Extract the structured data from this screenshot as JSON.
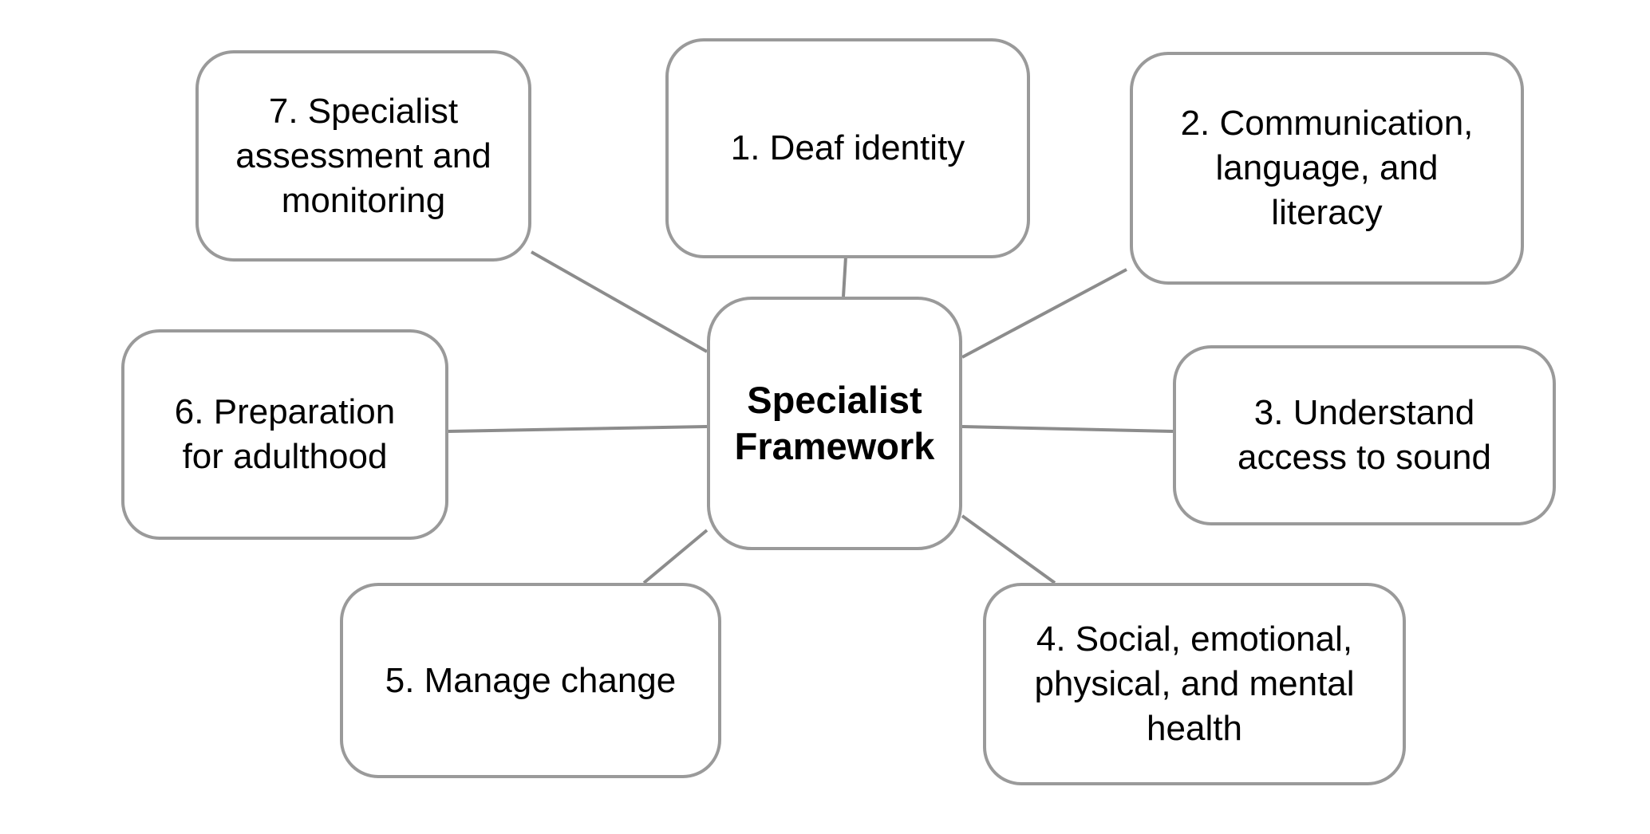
{
  "center": {
    "label": "Specialist\nFramework"
  },
  "nodes": [
    {
      "id": "deaf-identity",
      "label": "1. Deaf identity"
    },
    {
      "id": "communication-language-literacy",
      "label": "2. Communication,\nlanguage, and\nliteracy"
    },
    {
      "id": "understand-access-to-sound",
      "label": "3. Understand\naccess to sound"
    },
    {
      "id": "social-emotional-physical-mental-health",
      "label": "4. Social, emotional,\nphysical, and mental\nhealth"
    },
    {
      "id": "manage-change",
      "label": "5. Manage change"
    },
    {
      "id": "preparation-for-adulthood",
      "label": "6. Preparation\nfor adulthood"
    },
    {
      "id": "specialist-assessment-monitoring",
      "label": "7. Specialist\nassessment and\nmonitoring"
    }
  ],
  "colors": {
    "border": "#9a9a9a",
    "connector": "#8c8c8c",
    "text": "#000000",
    "background": "#ffffff"
  }
}
